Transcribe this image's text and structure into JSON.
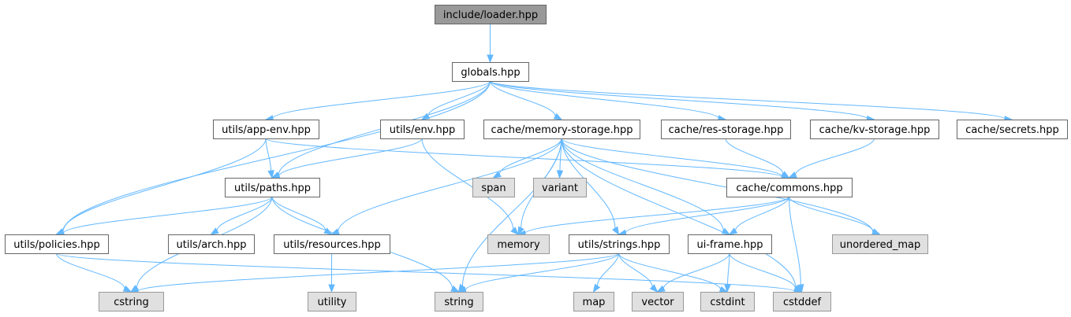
{
  "colors": {
    "edge": "#63b8ff",
    "root_fill": "#999999",
    "file_fill": "#ffffff",
    "file_stroke": "#666666",
    "system_fill": "#e0e0e0",
    "system_stroke": "#999999"
  },
  "nodes": [
    {
      "id": "loader",
      "label": "include/loader.hpp",
      "kind": "root"
    },
    {
      "id": "globals",
      "label": "globals.hpp",
      "kind": "file"
    },
    {
      "id": "app_env",
      "label": "utils/app-env.hpp",
      "kind": "file"
    },
    {
      "id": "env",
      "label": "utils/env.hpp",
      "kind": "file"
    },
    {
      "id": "memstore",
      "label": "cache/memory-storage.hpp",
      "kind": "file"
    },
    {
      "id": "res_storage",
      "label": "cache/res-storage.hpp",
      "kind": "file"
    },
    {
      "id": "kv_storage",
      "label": "cache/kv-storage.hpp",
      "kind": "file"
    },
    {
      "id": "secrets",
      "label": "cache/secrets.hpp",
      "kind": "file"
    },
    {
      "id": "paths",
      "label": "utils/paths.hpp",
      "kind": "file"
    },
    {
      "id": "span",
      "label": "span",
      "kind": "system"
    },
    {
      "id": "variant",
      "label": "variant",
      "kind": "system"
    },
    {
      "id": "commons",
      "label": "cache/commons.hpp",
      "kind": "file"
    },
    {
      "id": "policies",
      "label": "utils/policies.hpp",
      "kind": "file"
    },
    {
      "id": "arch",
      "label": "utils/arch.hpp",
      "kind": "file"
    },
    {
      "id": "resources",
      "label": "utils/resources.hpp",
      "kind": "file"
    },
    {
      "id": "memory",
      "label": "memory",
      "kind": "system"
    },
    {
      "id": "strings",
      "label": "utils/strings.hpp",
      "kind": "file"
    },
    {
      "id": "ui_frame",
      "label": "ui-frame.hpp",
      "kind": "file"
    },
    {
      "id": "unordered_map",
      "label": "unordered_map",
      "kind": "system"
    },
    {
      "id": "cstring",
      "label": "cstring",
      "kind": "system"
    },
    {
      "id": "utility",
      "label": "utility",
      "kind": "system"
    },
    {
      "id": "string",
      "label": "string",
      "kind": "system"
    },
    {
      "id": "map",
      "label": "map",
      "kind": "system"
    },
    {
      "id": "vector",
      "label": "vector",
      "kind": "system"
    },
    {
      "id": "cstdint",
      "label": "cstdint",
      "kind": "system"
    },
    {
      "id": "cstddef",
      "label": "cstddef",
      "kind": "system"
    }
  ],
  "edges": [
    [
      "loader",
      "globals"
    ],
    [
      "globals",
      "app_env"
    ],
    [
      "globals",
      "env"
    ],
    [
      "globals",
      "memstore"
    ],
    [
      "globals",
      "res_storage"
    ],
    [
      "globals",
      "kv_storage"
    ],
    [
      "globals",
      "secrets"
    ],
    [
      "globals",
      "paths"
    ],
    [
      "globals",
      "policies"
    ],
    [
      "app_env",
      "paths"
    ],
    [
      "app_env",
      "policies"
    ],
    [
      "app_env",
      "commons"
    ],
    [
      "env",
      "paths"
    ],
    [
      "env",
      "memory"
    ],
    [
      "memstore",
      "span"
    ],
    [
      "memstore",
      "variant"
    ],
    [
      "memstore",
      "commons"
    ],
    [
      "memstore",
      "resources"
    ],
    [
      "memstore",
      "memory"
    ],
    [
      "memstore",
      "strings"
    ],
    [
      "memstore",
      "ui_frame"
    ],
    [
      "memstore",
      "string"
    ],
    [
      "memstore",
      "unordered_map"
    ],
    [
      "memstore",
      "cstddef"
    ],
    [
      "res_storage",
      "commons"
    ],
    [
      "kv_storage",
      "commons"
    ],
    [
      "paths",
      "policies"
    ],
    [
      "paths",
      "arch"
    ],
    [
      "paths",
      "resources"
    ],
    [
      "paths",
      "cstring"
    ],
    [
      "paths",
      "string"
    ],
    [
      "commons",
      "memory"
    ],
    [
      "commons",
      "strings"
    ],
    [
      "commons",
      "ui_frame"
    ],
    [
      "commons",
      "unordered_map"
    ],
    [
      "commons",
      "cstddef"
    ],
    [
      "policies",
      "cstring"
    ],
    [
      "policies",
      "cstddef"
    ],
    [
      "resources",
      "utility"
    ],
    [
      "strings",
      "cstring"
    ],
    [
      "strings",
      "string"
    ],
    [
      "strings",
      "map"
    ],
    [
      "strings",
      "vector"
    ],
    [
      "strings",
      "cstdint"
    ],
    [
      "ui_frame",
      "vector"
    ],
    [
      "ui_frame",
      "cstdint"
    ],
    [
      "ui_frame",
      "cstddef"
    ]
  ]
}
